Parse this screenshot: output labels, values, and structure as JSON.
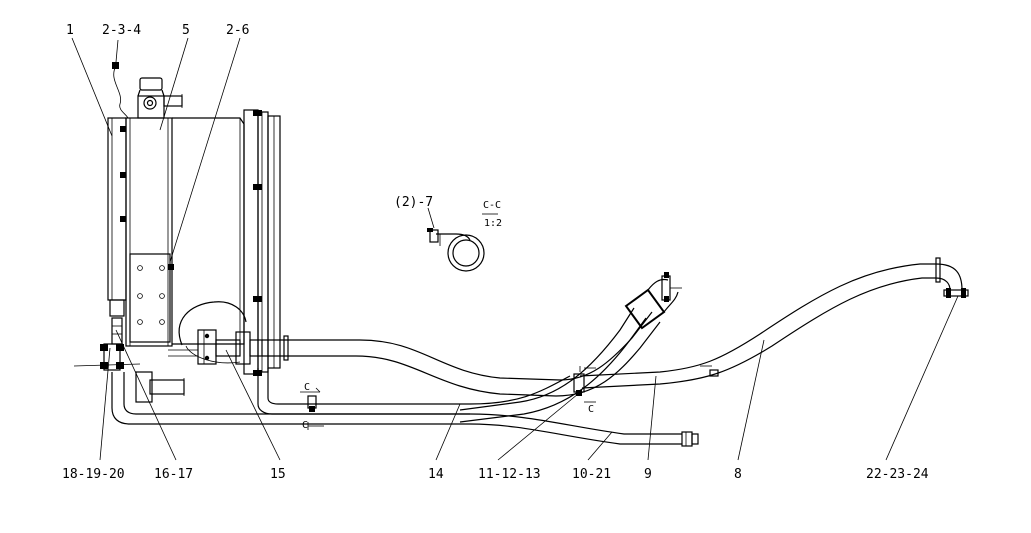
{
  "labels": {
    "l1": "1",
    "l234": "2-3-4",
    "l5": "5",
    "l26": "2-6",
    "l27": "(2)-7",
    "sec_name": "C-C",
    "sec_scale": "1:2",
    "l181920": "18-19-20",
    "l1617": "16-17",
    "l15": "15",
    "l14": "14",
    "l111213": "11-12-13",
    "l1021": "10-21",
    "l9": "9",
    "l8": "8",
    "l222324": "22-23-24",
    "cut_a": "C",
    "cut_b": "C",
    "cut_c": "C"
  }
}
